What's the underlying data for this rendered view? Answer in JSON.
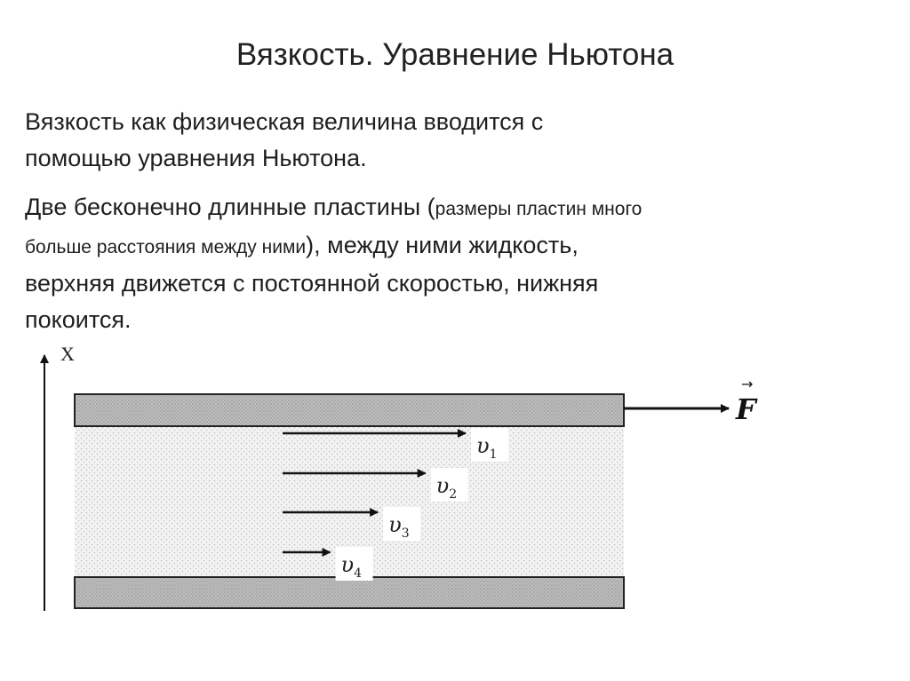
{
  "slide": {
    "title": "Вязкость. Уравнение Ньютона",
    "paragraph1": {
      "line1": "Вязкость как физическая величина вводится с",
      "line2": "помощью уравнения Ньютона."
    },
    "paragraph2": {
      "part1": "Две бесконечно длинные пластины (",
      "part2": "размеры пластин много",
      "part3": "больше расстояния между ними",
      "part4": "), между ними жидкость,",
      "line3": "верхняя движется с постоянной скоростью, нижняя",
      "line4": "покоится."
    }
  },
  "diagram": {
    "axis_label": "X",
    "force_label": "F",
    "force_vector_mark": "→",
    "velocities": [
      {
        "symbol": "υ",
        "sub": "1",
        "relative_length": 1.0
      },
      {
        "symbol": "υ",
        "sub": "2",
        "relative_length": 0.78
      },
      {
        "symbol": "υ",
        "sub": "3",
        "relative_length": 0.52
      },
      {
        "symbol": "υ",
        "sub": "4",
        "relative_length": 0.26
      }
    ]
  }
}
